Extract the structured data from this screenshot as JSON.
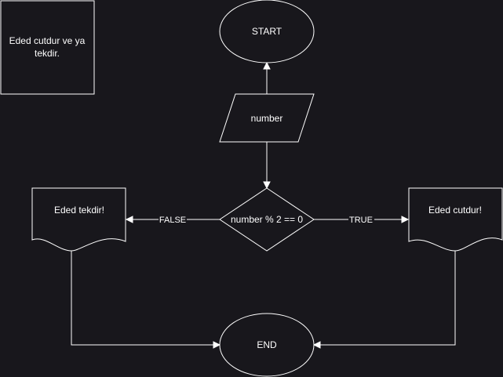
{
  "note": {
    "line1": "Eded cutdur ve ya",
    "line2": "tekdir."
  },
  "nodes": {
    "start": "START",
    "input": "number",
    "decision": "number % 2 == 0",
    "odd_output": "Eded tekdir!",
    "even_output": "Eded cutdur!",
    "end": "END"
  },
  "edges": {
    "false_label": "FALSE",
    "true_label": "TRUE"
  },
  "colors": {
    "background": "#18171c",
    "stroke": "#ffffff",
    "text": "#ffffff"
  }
}
